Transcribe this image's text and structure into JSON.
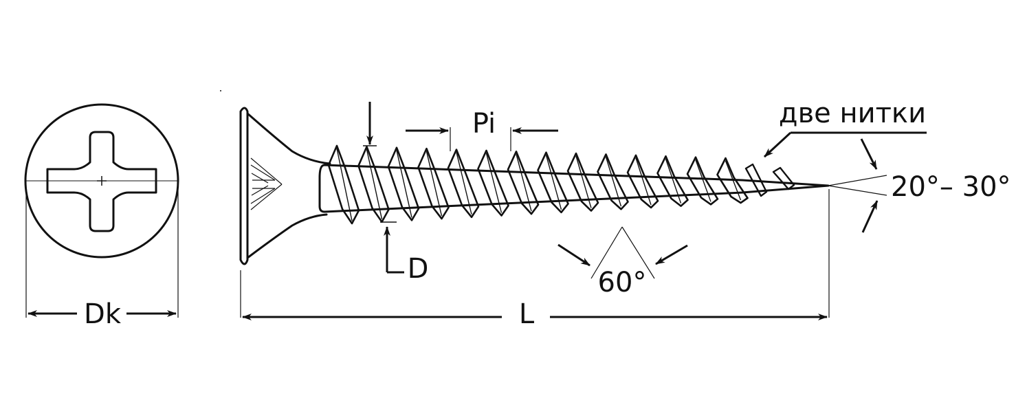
{
  "labels": {
    "head_diameter": "Dk",
    "length": "L",
    "pitch": "Pi",
    "diameter": "D",
    "thread_angle": "60°",
    "tip_angle": "20°– 30°",
    "two_threads": "две нитки"
  },
  "colors": {
    "line": "#111111",
    "background": "#ffffff"
  },
  "icons": {
    "head_slot": "phillips-cross-icon"
  }
}
